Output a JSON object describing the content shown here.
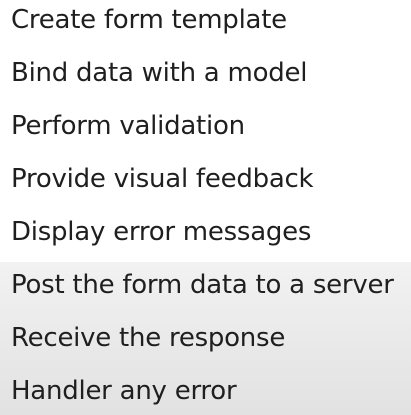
{
  "items": [
    "Create form template",
    "Bind data with a model",
    "Perform validation",
    "Provide visual feedback",
    "Display error messages",
    "Post the form data to a server",
    "Receive the response",
    "Handler any error"
  ],
  "colors": {
    "text": "#1f1f1f",
    "background_top": "#ffffff",
    "background_bottom": "#e4e4e4"
  }
}
